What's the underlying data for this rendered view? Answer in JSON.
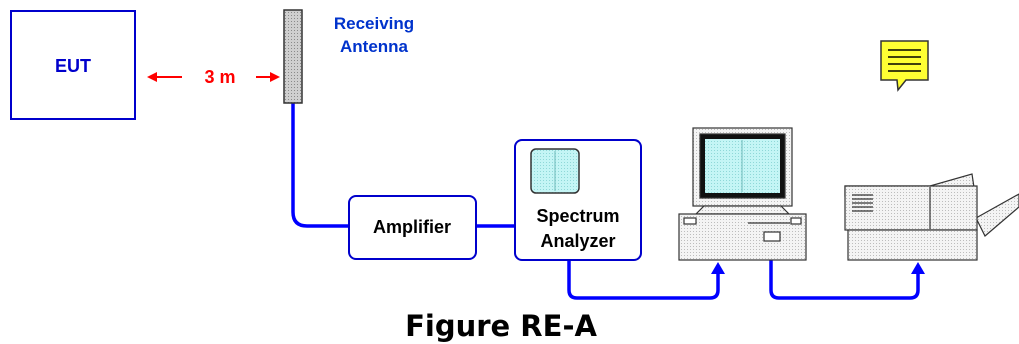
{
  "diagram": {
    "eut_label": "EUT",
    "distance_label": "3 m",
    "antenna_label_line1": "Receiving",
    "antenna_label_line2": "Antenna",
    "amplifier_label": "Amplifier",
    "analyzer_label_line1": "Spectrum",
    "analyzer_label_line2": "Analyzer",
    "caption": "Figure RE-A"
  },
  "colors": {
    "box_border": "#0000cc",
    "cable": "#0000ff",
    "distance": "#ff0000",
    "antenna_text": "#0033cc",
    "note_fill": "#ffff33",
    "screen_fill": "#bff3f3",
    "device_fill": "#f2f2f2"
  },
  "icons": [
    "note-icon",
    "computer-icon",
    "printer-icon",
    "antenna-icon"
  ]
}
